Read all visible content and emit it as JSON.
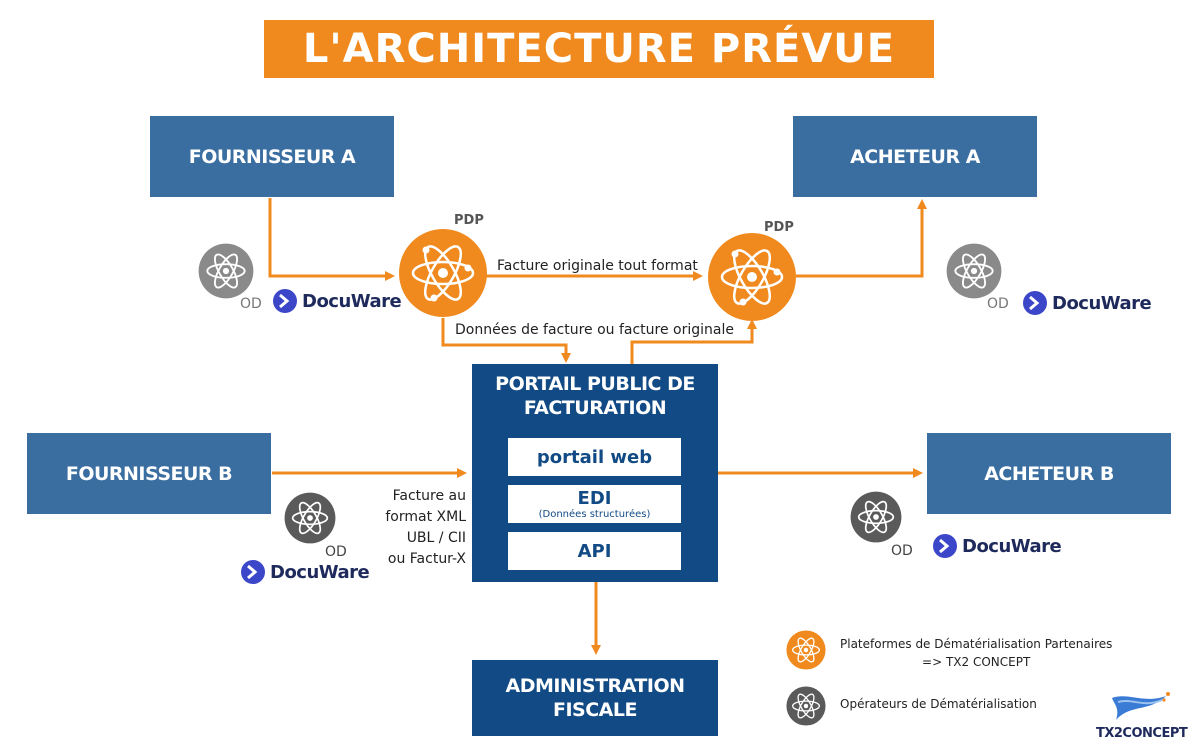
{
  "title": "L'ARCHITECTURE PRÉVUE",
  "nodes": {
    "fournisseur_a": "FOURNISSEUR A",
    "acheteur_a": "ACHETEUR A",
    "fournisseur_b": "FOURNISSEUR B",
    "acheteur_b": "ACHETEUR B",
    "portail_line1": "PORTAIL PUBLIC DE",
    "portail_line2": "FACTURATION",
    "admin_line1": "ADMINISTRATION",
    "admin_line2": "FISCALE"
  },
  "portal_items": {
    "web": "portail web",
    "edi": "EDI",
    "edi_sub": "(Données structurées)",
    "api": "API"
  },
  "labels": {
    "pdp_left": "PDP",
    "pdp_right": "PDP",
    "facture_originale": "Facture originale tout format",
    "donnees_facture": "Données de facture ou facture originale",
    "facture_xml_1": "Facture au",
    "facture_xml_2": "format XML",
    "facture_xml_3": "UBL / CII",
    "facture_xml_4": "ou Factur-X",
    "od": "OD",
    "docuware": "DocuWare"
  },
  "legend": {
    "pdp_line1": "Plateformes de Dématérialisation Partenaires",
    "pdp_line2": "=> TX2 CONCEPT",
    "od_line": "Opérateurs de Dématérialisation"
  },
  "logo": {
    "text": "TX2CONCEPT"
  },
  "colors": {
    "orange": "#F08A1E",
    "box_blue": "#3A6EA1",
    "dark_blue": "#114A84",
    "gray_icon": "#7A7A7A",
    "dark_icon": "#555555"
  }
}
